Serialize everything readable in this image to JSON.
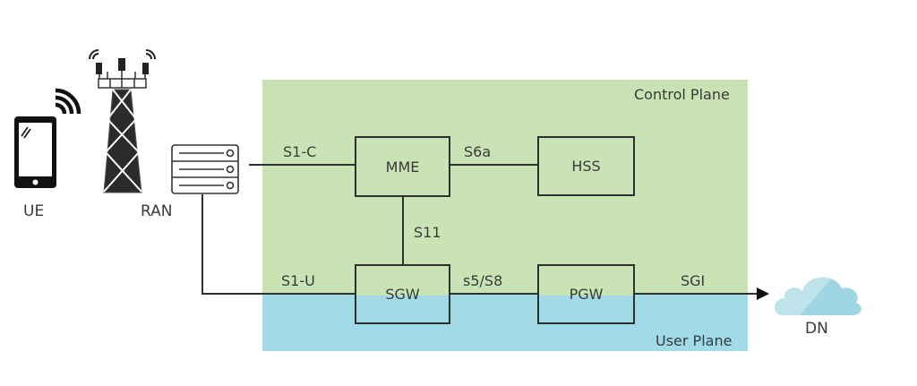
{
  "title": "LTE EPC architecture",
  "planes": {
    "control": {
      "label": "Control Plane",
      "color": "#c9e3b5"
    },
    "user": {
      "label": "User Plane",
      "color": "#a1dbe8"
    }
  },
  "devices": {
    "ue": {
      "label": "UE"
    },
    "ran": {
      "label": "RAN"
    },
    "dn": {
      "label": "DN"
    }
  },
  "nodes": {
    "mme": {
      "label": "MME"
    },
    "hss": {
      "label": "HSS"
    },
    "sgw": {
      "label": "SGW"
    },
    "pgw": {
      "label": "PGW"
    }
  },
  "interfaces": {
    "s1c": "S1-C",
    "s6a": "S6a",
    "s11": "S11",
    "s1u": "S1-U",
    "s5s8": "s5/S8",
    "sgi": "SGI"
  },
  "colors": {
    "line": "#2f2f2f",
    "cloud_light": "#bfe3ea",
    "cloud_dark": "#9fd6e3"
  }
}
